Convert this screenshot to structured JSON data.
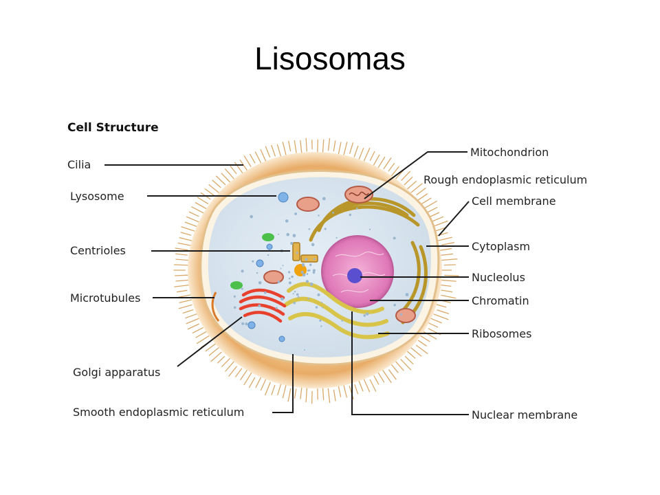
{
  "slide": {
    "title": "Lisosomas"
  },
  "figure": {
    "title": "Cell Structure",
    "labels": {
      "cilia": "Cilia",
      "lysosome": "Lysosome",
      "centrioles": "Centrioles",
      "microtubules": "Microtubules",
      "golgi": "Golgi apparatus",
      "smooth_er": "Smooth endoplasmic reticulum",
      "mitochondrion": "Mitochondrion",
      "rough_er": "Rough endoplasmic reticulum",
      "cell_membrane": "Cell membrane",
      "cytoplasm": "Cytoplasm",
      "nucleolus": "Nucleolus",
      "chromatin": "Chromatin",
      "ribosomes": "Ribosomes",
      "nuclear_membrane": "Nuclear membrane"
    }
  }
}
